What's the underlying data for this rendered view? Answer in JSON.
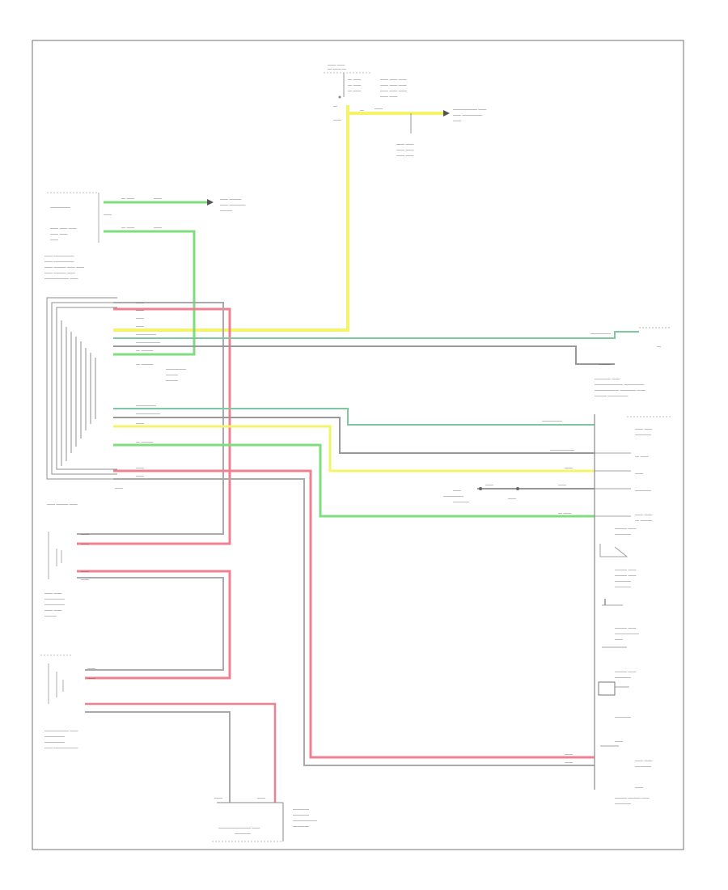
{
  "diagram": {
    "footer_code": "",
    "colors": {
      "yellow_wire": "#f4f46a",
      "green_wire": "#7fdc7f",
      "pink_wire": "#f08090",
      "gray_wire": "#9a9a9a",
      "frame": "#8a8a8a",
      "background": "#ffffff"
    },
    "wire_colors": [
      "YEL",
      "LT GRN",
      "DK GRN/WHT",
      "BLK/WHT",
      "PNK",
      "GRY",
      "BLK"
    ],
    "components": [
      "HOT IN RUN",
      "SERVICE DATA",
      "BACK-UP LIGHT SWITCH",
      "BODY CONTROL MODULE",
      "INSTRUMENT CLUSTER",
      "SHIFT RELAY",
      "LEFT REAR POWER",
      "REAR SEAT",
      "DRIVER INFO CENTER",
      "POWER BRAKE",
      "ANTI-THEFT MODULE",
      "TRANSMISSION RANGE SWITCH",
      "INSTRUMENT PANEL"
    ]
  }
}
